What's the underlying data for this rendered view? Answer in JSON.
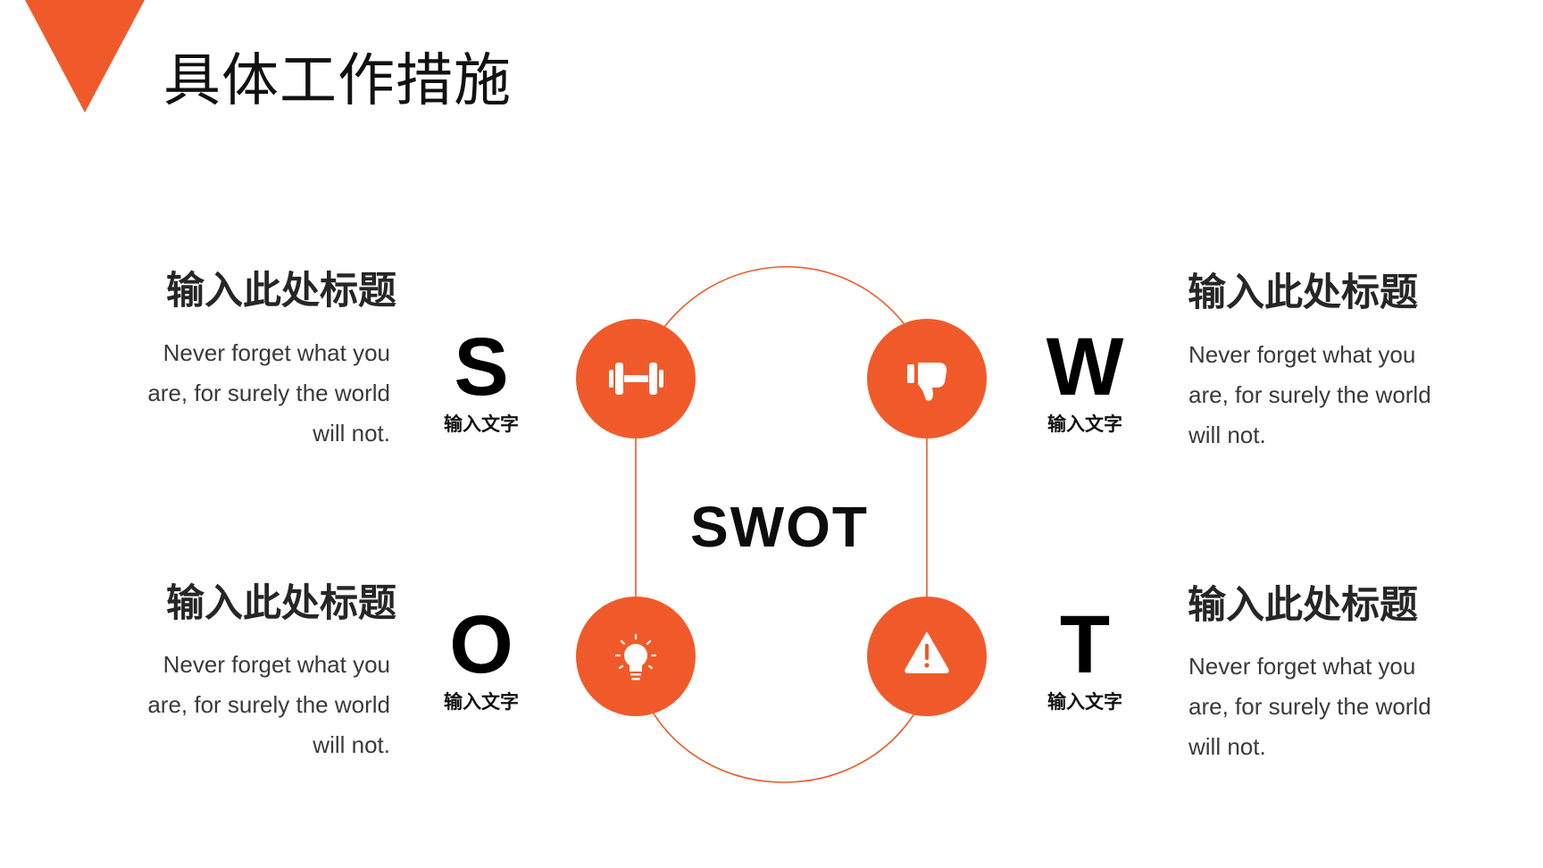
{
  "page": {
    "title": "具体工作措施",
    "accent_color": "#f05a2a"
  },
  "center_word": "SWOT",
  "quadrants": [
    {
      "key": "S",
      "letter": "S",
      "caption": "输入文字",
      "heading": "输入此处标题",
      "body": "Never forget what you are, for surely the world will not.",
      "icon": "dumbbell-icon"
    },
    {
      "key": "W",
      "letter": "W",
      "caption": "输入文字",
      "heading": "输入此处标题",
      "body": "Never forget what you are, for surely the world will not.",
      "icon": "thumbs-down-icon"
    },
    {
      "key": "O",
      "letter": "O",
      "caption": "输入文字",
      "heading": "输入此处标题",
      "body": "Never forget what you are, for surely the world will not.",
      "icon": "lightbulb-icon"
    },
    {
      "key": "T",
      "letter": "T",
      "caption": "输入文字",
      "heading": "输入此处标题",
      "body": "Never forget what you are, for surely the world will not.",
      "icon": "warning-icon"
    }
  ]
}
